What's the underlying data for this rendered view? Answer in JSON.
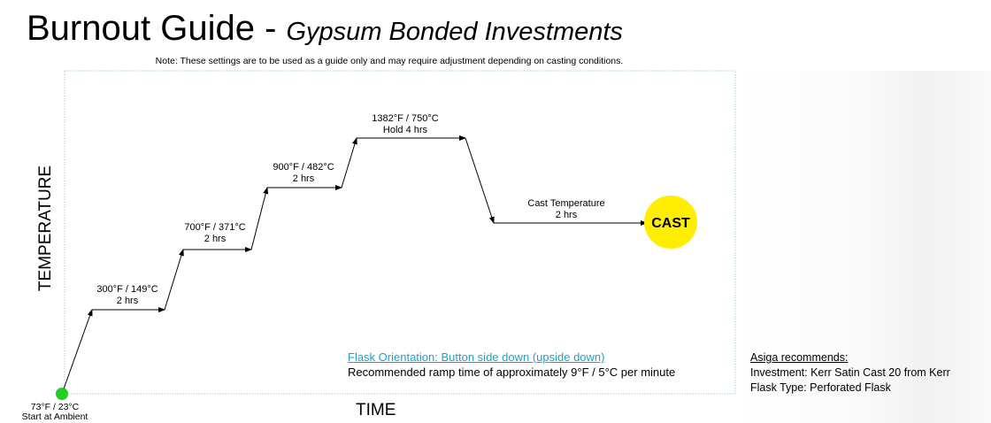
{
  "header": {
    "title": "Burnout Guide - ",
    "subtitle": "Gypsum Bonded Investments",
    "note": "Note: These settings are to be used as a guide only and may require adjustment depending on casting conditions."
  },
  "axes": {
    "y_label": "TEMPERATURE",
    "x_label": "TIME"
  },
  "start": {
    "temperature": "73°F / 23°C",
    "label": "Start at Ambient"
  },
  "steps": [
    {
      "temperature": "300°F / 149°C",
      "duration": "2 hrs"
    },
    {
      "temperature": "700°F / 371°C",
      "duration": "2 hrs"
    },
    {
      "temperature": "900°F / 482°C",
      "duration": "2 hrs"
    },
    {
      "temperature": "1382°F / 750°C",
      "duration": "Hold 4 hrs"
    },
    {
      "temperature": "Cast Temperature",
      "duration": "2 hrs"
    }
  ],
  "end_marker": {
    "label": "CAST"
  },
  "colors": {
    "start_dot": "#22cc22",
    "cast_dot": "#ffee00",
    "frame": "#9fcfe0",
    "link_text": "#1aa3c9"
  },
  "notes": {
    "flask_orientation": "Flask Orientation:  Button side down (upside down)",
    "ramp_time": "Recommended ramp time of approximately 9°F / 5°C per minute"
  },
  "recommendations": {
    "heading": "Asiga recommends:",
    "investment": "Investment:  Kerr Satin Cast 20 from Kerr",
    "flask_type": "Flask Type:  Perforated Flask"
  }
}
